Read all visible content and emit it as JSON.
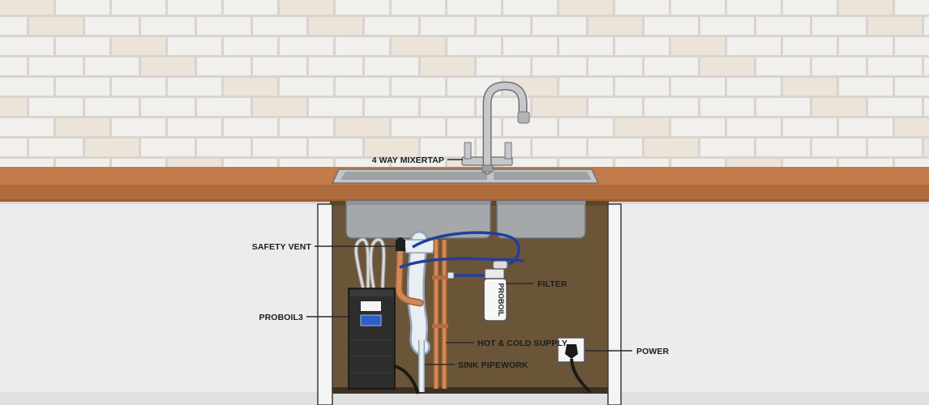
{
  "labels": {
    "mixertap": "4 WAY MIXERTAP",
    "safety_vent": "SAFETY VENT",
    "filter": "FILTER",
    "proboil3": "PROBOIL3",
    "supply": "HOT & COLD SUPPLY",
    "pipework": "SINK PIPEWORK",
    "power": "POWER"
  },
  "filter_brand": "PROBOIL",
  "colors": {
    "tile_light": "#f2f0ec",
    "tile_warm": "#ece4d9",
    "grout": "#d8d4cf",
    "worktop": "#c27b49",
    "worktop_edge": "#9c5f35",
    "cupboard": "#ececec",
    "cabinet_interior": "#6b5538",
    "steel": "#b4b6b8",
    "copper": "#d08a5a",
    "blue_hose": "#223f9c",
    "boiler_body": "#2d2d2d",
    "boiler_screen": "#2f5fc6"
  }
}
